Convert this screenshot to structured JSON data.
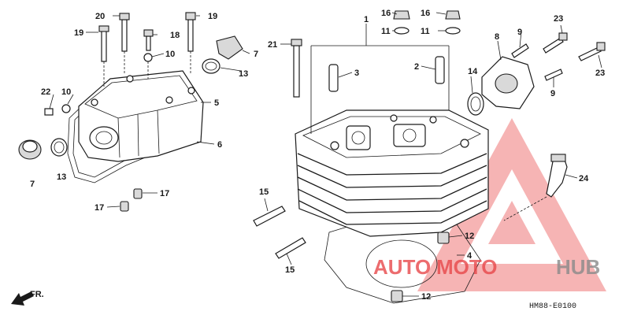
{
  "diagram_code": "HM88-E0100",
  "direction_label": "FR.",
  "watermark": {
    "brand_auto": "AUTO",
    "brand_moto": "MOTO",
    "brand_hub": "HUB",
    "color_red": "#e8484a",
    "color_gray": "#8a8a8a"
  },
  "callouts": {
    "c1": "1",
    "c2": "2",
    "c3": "3",
    "c4": "4",
    "c5": "5",
    "c6": "6",
    "c7a": "7",
    "c7b": "7",
    "c8": "8",
    "c9a": "9",
    "c9b": "9",
    "c10a": "10",
    "c10b": "10",
    "c11a": "11",
    "c11b": "11",
    "c12a": "12",
    "c12b": "12",
    "c13a": "13",
    "c13b": "13",
    "c14": "14",
    "c15a": "15",
    "c15b": "15",
    "c16a": "16",
    "c16b": "16",
    "c17a": "17",
    "c17b": "17",
    "c18": "18",
    "c19a": "19",
    "c19b": "19",
    "c20": "20",
    "c21": "21",
    "c22": "22",
    "c23a": "23",
    "c23b": "23",
    "c24": "24"
  }
}
